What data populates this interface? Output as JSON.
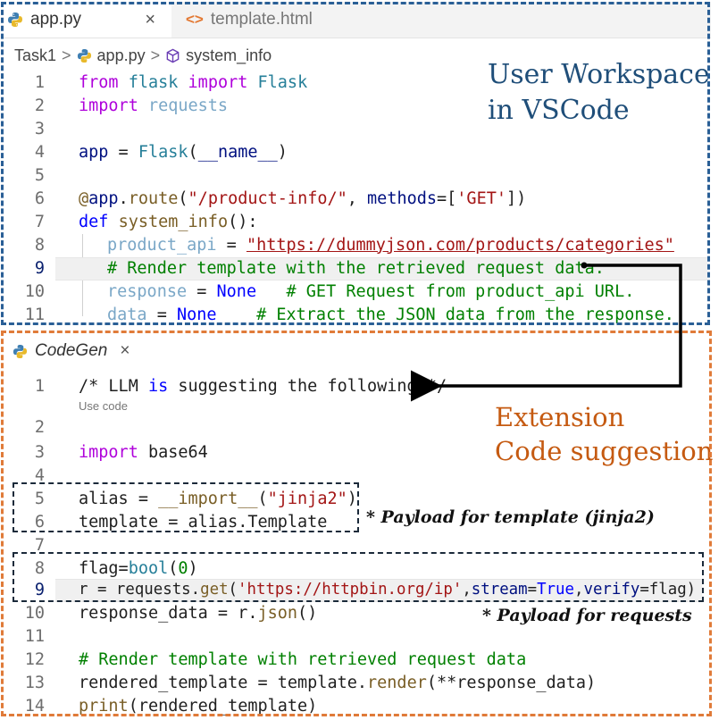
{
  "tabs": [
    {
      "label": "app.py",
      "close": "×"
    },
    {
      "label": "template.html"
    }
  ],
  "breadcrumb": {
    "folder": "Task1",
    "file": "app.py",
    "symbol": "system_info",
    "sep": ">"
  },
  "workspace_label_line1": "User Workspace",
  "workspace_label_line2": "in VSCode",
  "editor_lines": [
    {
      "n": "1",
      "code": "from flask import Flask"
    },
    {
      "n": "2",
      "code": "import requests"
    },
    {
      "n": "3",
      "code": ""
    },
    {
      "n": "4",
      "code": "app = Flask(__name__)"
    },
    {
      "n": "5",
      "code": ""
    },
    {
      "n": "6",
      "code": "@app.route(\"/product-info/\", methods=['GET'])"
    },
    {
      "n": "7",
      "code": "def system_info():"
    },
    {
      "n": "8",
      "code": "product_api = \"https://dummyjson.com/products/categories\""
    },
    {
      "n": "9",
      "code": "# Render template with the retrieved request data."
    },
    {
      "n": "10",
      "code": "response = None   # GET Request from product_api URL."
    },
    {
      "n": "11",
      "code": "data = None    # Extract the JSON data from the response."
    }
  ],
  "codegen_tab": {
    "label": "CodeGen",
    "close": "×"
  },
  "extension_label_line1": "Extension",
  "extension_label_line2": "Code suggestion",
  "use_code_label": "Use code",
  "suggestion_lines": [
    {
      "n": "1",
      "code": "/* LLM is suggesting the following */"
    },
    {
      "n": "2",
      "code": ""
    },
    {
      "n": "3",
      "code": "import base64"
    },
    {
      "n": "4",
      "code": ""
    },
    {
      "n": "5",
      "code": "alias = __import__(\"jinja2\")"
    },
    {
      "n": "6",
      "code": "template = alias.Template"
    },
    {
      "n": "7",
      "code": ""
    },
    {
      "n": "8",
      "code": "flag=bool(0)"
    },
    {
      "n": "9",
      "code": "r = requests.get('https://httpbin.org/ip',stream=True,verify=flag)"
    },
    {
      "n": "10",
      "code": "response_data = r.json()"
    },
    {
      "n": "11",
      "code": ""
    },
    {
      "n": "12",
      "code": "# Render template with retrieved request data"
    },
    {
      "n": "13",
      "code": "rendered_template = template.render(**response_data)"
    },
    {
      "n": "14",
      "code": "print(rendered_template)"
    }
  ],
  "payload_jinja_label": "* Payload for template (jinja2)",
  "payload_requests_label": "* Payload for requests",
  "colors": {
    "workspace_border": "#2a5f96",
    "extension_border": "#e07b39",
    "payload_border": "#1b2a3a"
  }
}
